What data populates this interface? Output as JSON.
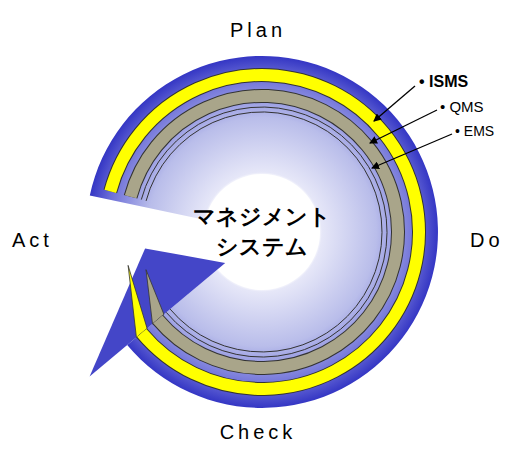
{
  "diagram": {
    "nodes": [
      {
        "text": [
          "マネジメント システム"
        ]
      }
    ],
    "labels": [
      "Plan",
      "Do",
      "Check",
      "Act",
      "• ISMS",
      "• QMS",
      "• EMS"
    ]
  }
}
